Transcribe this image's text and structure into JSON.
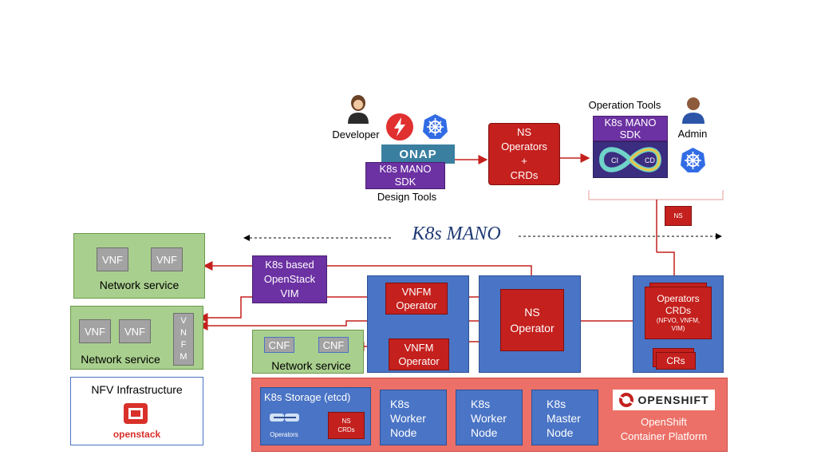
{
  "title": "K8s MANO",
  "top": {
    "developer": "Developer",
    "onap": "ONAP",
    "sdk_line1": "K8s MANO",
    "sdk_line2": "SDK",
    "design_tools": "Design Tools",
    "ns_scroll": [
      "NS",
      "Operators",
      "+",
      "CRDs"
    ],
    "operation_tools": "Operation Tools",
    "op_sdk_line1": "K8s MANO",
    "op_sdk_line2": "SDK",
    "admin": "Admin",
    "ci": "CI",
    "cd": "CD",
    "ns_small": "NS"
  },
  "left": {
    "ns1": {
      "vnfs": [
        "VNF",
        "VNF"
      ],
      "label": "Network service"
    },
    "ns2": {
      "vnfs": [
        "VNF",
        "VNF"
      ],
      "vnfm": [
        "V",
        "N",
        "F",
        "M"
      ],
      "label": "Network service"
    },
    "ns3": {
      "cnfs": [
        "CNF",
        "CNF"
      ],
      "label": "Network service"
    },
    "nfvi": {
      "title": "NFV Infrastructure",
      "logo": "openstack"
    },
    "vim": [
      "K8s based",
      "OpenStack",
      "VIM"
    ]
  },
  "center": {
    "vnfm1": [
      "VNFM",
      "Operator"
    ],
    "vnfm2": [
      "VNFM",
      "Operator"
    ],
    "ns_op": [
      "NS",
      "Operator"
    ],
    "operators_crds": [
      "Operators",
      "CRDs"
    ],
    "operators_sub": "(NFVO, VNFM, VIM)",
    "crs": "CRs"
  },
  "platform": {
    "storage": "K8s Storage (etcd)",
    "operators_small": "Operators",
    "ns_crds": [
      "NS",
      "CRDs"
    ],
    "worker1": [
      "K8s",
      "Worker",
      "Node"
    ],
    "worker2": [
      "K8s",
      "Worker",
      "Node"
    ],
    "master": [
      "K8s",
      "Master",
      "Node"
    ],
    "openshift_logo": "OPENSHIFT",
    "openshift": [
      "OpenShift",
      "Container Platform"
    ]
  }
}
